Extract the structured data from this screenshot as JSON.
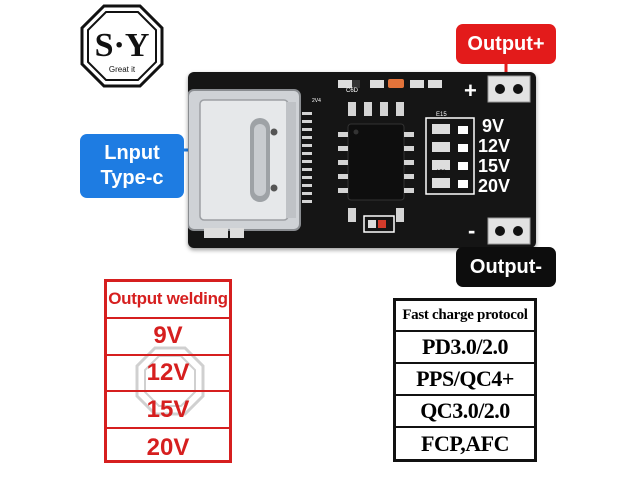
{
  "logo": {
    "text": "S·Y",
    "slogan": "Great it"
  },
  "callouts": {
    "output_plus": "Output+",
    "output_minus": "Output-",
    "input_line1": "Lnput",
    "input_line2": "Type-c"
  },
  "board": {
    "silk_voltages": [
      "9V",
      "12V",
      "15V",
      "20V"
    ],
    "plus_sign": "+",
    "minus_sign": "-",
    "component_labels": [
      "E15",
      "C6D",
      "150",
      "2V4"
    ],
    "colors": {
      "pcb": "#151515",
      "silkscreen": "#ffffff",
      "pad": "#d9d9d9"
    }
  },
  "welding_table": {
    "header": "Output  welding",
    "values": [
      "9V",
      "12V",
      "15V",
      "20V"
    ],
    "color": "#d61f1f"
  },
  "protocol_table": {
    "header": "Fast charge protocol",
    "values": [
      "PD3.0/2.0",
      "PPS/QC4+",
      "QC3.0/2.0",
      "FCP,AFC"
    ]
  },
  "colors": {
    "output_plus_bg": "#e31b1b",
    "output_minus_bg": "#0d0d0d",
    "input_bg": "#1e7ce2"
  }
}
